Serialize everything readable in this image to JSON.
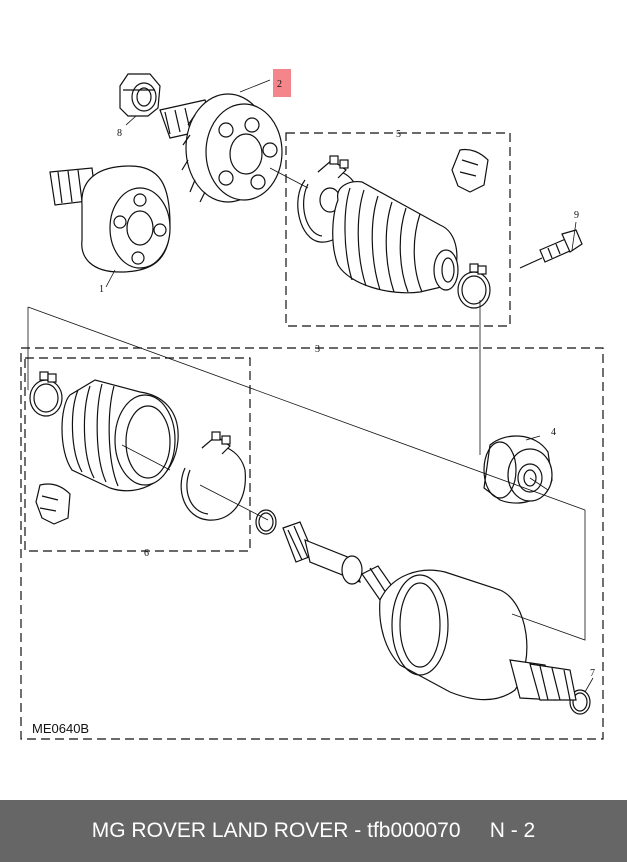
{
  "diagram": {
    "callouts": [
      "1",
      "2",
      "3",
      "4",
      "5",
      "6",
      "7",
      "8",
      "9"
    ],
    "code": "ME0640B",
    "highlight_color": "#f4868b"
  },
  "footer": {
    "brand": "MG ROVER LAND ROVER - tfb000070",
    "page": "N - 2",
    "background": "#666666"
  }
}
